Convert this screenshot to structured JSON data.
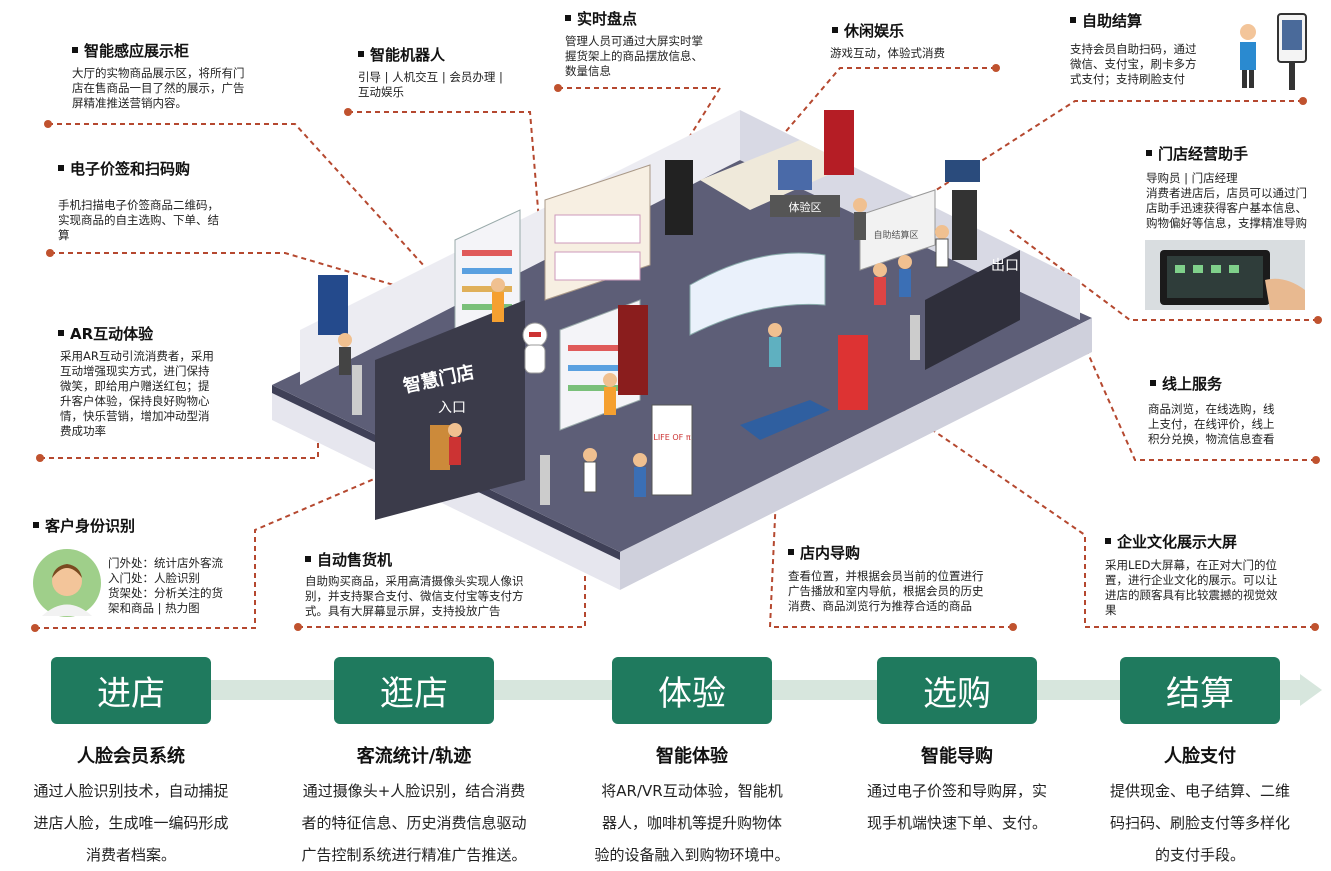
{
  "features": [
    {
      "id": "smart-showcase",
      "title": "智能感应展示柜",
      "lines": [
        "大厅的实物商品展示区，将所有门",
        "店在售商品一目了然的展示，广告",
        "屏精准推送营销内容。"
      ]
    },
    {
      "id": "smart-robot",
      "title": "智能机器人",
      "lines": [
        "引导 | 人机交互 | 会员办理 |",
        "互动娱乐"
      ]
    },
    {
      "id": "realtime-inventory",
      "title": "实时盘点",
      "lines": [
        "管理人员可通过大屏实时掌",
        "握货架上的商品摆放信息、",
        "数量信息"
      ]
    },
    {
      "id": "leisure",
      "title": "休闲娱乐",
      "lines": [
        "游戏互动，体验式消费"
      ]
    },
    {
      "id": "self-checkout",
      "title": "自助结算",
      "lines": [
        "支持会员自助扫码，通过",
        "微信、支付宝，刷卡多方",
        "式支付；支持刷脸支付"
      ]
    },
    {
      "id": "e-label",
      "title": "电子价签和扫码购",
      "lines": [
        "手机扫描电子价签商品二维码，",
        "实现商品的自主选购、下单、结",
        "算"
      ]
    },
    {
      "id": "store-assistant",
      "title": "门店经营助手",
      "lines": [
        "导购员 | 门店经理",
        "消费者进店后，店员可以通过门",
        "店助手迅速获得客户基本信息、",
        "购物偏好等信息，支撑精准导购"
      ]
    },
    {
      "id": "ar-interaction",
      "title": "AR互动体验",
      "lines": [
        "采用AR互动引流消费者，采用",
        "互动增强现实方式，进门保持",
        "微笑，即给用户赠送红包；提",
        "升客户体验，保持良好购物心",
        "情，快乐营销，增加冲动型消",
        "费成功率"
      ]
    },
    {
      "id": "online-service",
      "title": "线上服务",
      "lines": [
        "商品浏览，在线选购，线",
        "上支付，在线评价，线上",
        "积分兑换，物流信息查看"
      ]
    },
    {
      "id": "customer-id",
      "title": "客户身份识别",
      "lines": [
        "门外处：统计店外客流",
        "入门处：人脸识别",
        "货架处：分析关注的货",
        "架和商品 | 热力图"
      ]
    },
    {
      "id": "vending",
      "title": "自动售货机",
      "lines": [
        "自助购买商品，采用高清摄像头实现人像识",
        "别，并支持聚合支付、微信支付宝等支付方",
        "式。具有大屏幕显示屏，支持投放广告"
      ]
    },
    {
      "id": "in-store-nav",
      "title": "店内导购",
      "lines": [
        "查看位置，并根据会员当前的位置进行",
        "广告播放和室内导航，根据会员的历史",
        "消费、商品浏览行为推荐合适的商品"
      ]
    },
    {
      "id": "culture-screen",
      "title": "企业文化展示大屏",
      "lines": [
        "采用LED大屏幕，在正对大门的位",
        "置，进行企业文化的展示。可以让",
        "进店的顾客具有比较震撼的视觉效",
        "果"
      ]
    }
  ],
  "store_labels": {
    "entrance_sign": "智慧门店",
    "entrance": "入口",
    "exit": "出口",
    "experience_zone": "体验区",
    "self_checkout_sign": "自助结算区",
    "poster": "LIFE OF π"
  },
  "stages": [
    {
      "label": "进店",
      "title": "人脸会员系统",
      "lines": [
        "通过人脸识别技术，自动捕捉",
        "进店人脸，生成唯一编码形成",
        "消费者档案。"
      ]
    },
    {
      "label": "逛店",
      "title": "客流统计/轨迹",
      "lines": [
        "通过摄像头+人脸识别，结合消费",
        "者的特征信息、历史消费信息驱动",
        "广告控制系统进行精准广告推送。"
      ]
    },
    {
      "label": "体验",
      "title": "智能体验",
      "lines": [
        "将AR/VR互动体验，智能机",
        "器人，咖啡机等提升购物体",
        "验的设备融入到购物环境中。"
      ]
    },
    {
      "label": "选购",
      "title": "智能导购",
      "lines": [
        "通过电子价签和导购屏，实",
        "现手机端快速下单、支付。"
      ]
    },
    {
      "label": "结算",
      "title": "人脸支付",
      "lines": [
        "提供现金、电子结算、二维",
        "码扫码、刷脸支付等多样化",
        "的支付手段。"
      ]
    }
  ],
  "colors": {
    "accent": "#1f7a5e",
    "flow_bar": "#d7e6dd",
    "leader": "#b5482f",
    "leader_dot": "#c0522e",
    "floor": "#5d5e77"
  }
}
